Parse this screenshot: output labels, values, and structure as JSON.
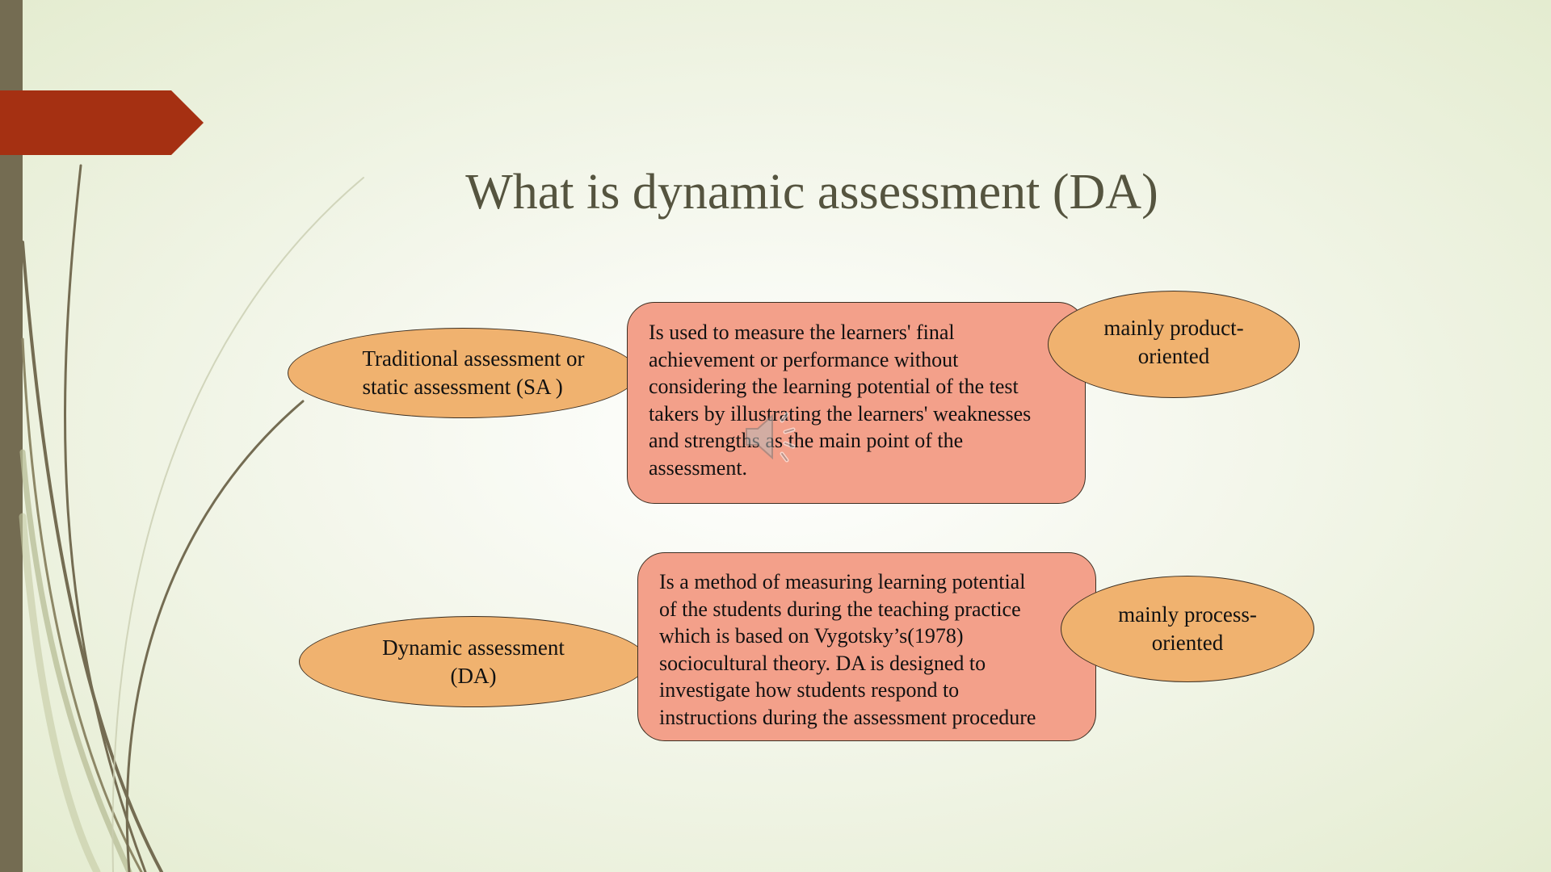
{
  "slide": {
    "title": "What is dynamic assessment (DA)"
  },
  "diagram": {
    "row1": {
      "term_lines": [
        "Traditional assessment or",
        "static assessment (SA )"
      ],
      "definition_lines": [
        "Is used to measure the learners' final",
        "achievement or performance without",
        "considering the learning potential of the test",
        "takers by illustrating the learners' weaknesses",
        "and strengths as the main point of the",
        "assessment."
      ],
      "orientation_lines": [
        "mainly product-",
        "oriented"
      ]
    },
    "row2": {
      "term_lines": [
        "Dynamic assessment",
        "(DA)"
      ],
      "definition_lines": [
        "Is a method of measuring learning potential",
        "of the students during the teaching practice",
        "which is based on Vygotsky’s(1978)",
        "sociocultural theory. DA is designed to",
        "investigate how students respond to",
        "instructions during the assessment procedure"
      ],
      "orientation_lines": [
        "mainly process-",
        "oriented"
      ]
    }
  },
  "icons": {
    "audio": "speaker-icon"
  },
  "colors": {
    "sidebar": "#746c52",
    "accent_tab": "#a53012",
    "oval_fill": "#f0b26f",
    "box_fill": "#f3a08a",
    "title_text": "#55543f"
  }
}
